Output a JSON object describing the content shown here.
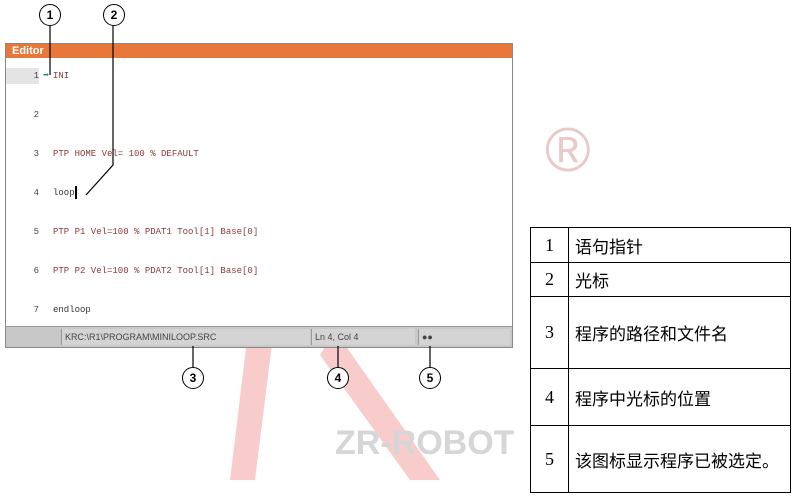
{
  "editor": {
    "title": "Editor",
    "lines": [
      {
        "num": "1",
        "text": "INI"
      },
      {
        "num": "2",
        "text": ""
      },
      {
        "num": "3",
        "text": "PTP HOME  Vel= 100 % DEFAULT"
      },
      {
        "num": "4",
        "text": "loop"
      },
      {
        "num": "5",
        "text": "PTP P1 Vel=100 % PDAT1 Tool[1] Base[0]"
      },
      {
        "num": "6",
        "text": "PTP P2 Vel=100 % PDAT2 Tool[1] Base[0]"
      },
      {
        "num": "7",
        "text": "endloop"
      }
    ],
    "status": {
      "path": "KRC:\\R1\\PROGRAM\\MINILOOP.SRC",
      "position": "Ln 4, Col 4",
      "selected_icon": "program-selected-icon"
    }
  },
  "callouts": [
    "1",
    "2",
    "3",
    "4",
    "5"
  ],
  "legend": [
    {
      "num": "1",
      "desc": "语句指针"
    },
    {
      "num": "2",
      "desc": "光标"
    },
    {
      "num": "3",
      "desc": "程序的路径和文件名"
    },
    {
      "num": "4",
      "desc": "程序中光标的位置"
    },
    {
      "num": "5",
      "desc": "该图标显示程序已被选定。"
    }
  ],
  "watermark": {
    "brand": "ZR-ROBOT",
    "mark": "®"
  }
}
